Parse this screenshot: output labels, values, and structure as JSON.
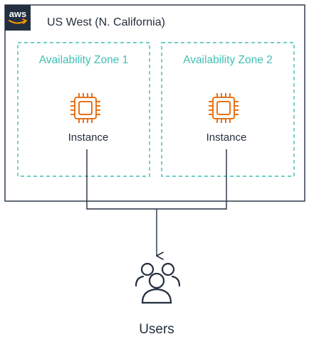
{
  "region": {
    "label": "US West (N. California)",
    "badge": "aws"
  },
  "zones": [
    {
      "label": "Availability Zone 1",
      "instance": {
        "label": "Instance",
        "icon": "ec2-instance-icon"
      }
    },
    {
      "label": "Availability Zone 2",
      "instance": {
        "label": "Instance",
        "icon": "ec2-instance-icon"
      }
    }
  ],
  "users": {
    "label": "Users",
    "icon": "users-icon"
  },
  "colors": {
    "region_border": "#232f3e",
    "aws_badge_bg": "#232f3e",
    "zone_border": "#3fbfb3",
    "instance_icon": "#e8731a",
    "connector": "#232f3e"
  }
}
